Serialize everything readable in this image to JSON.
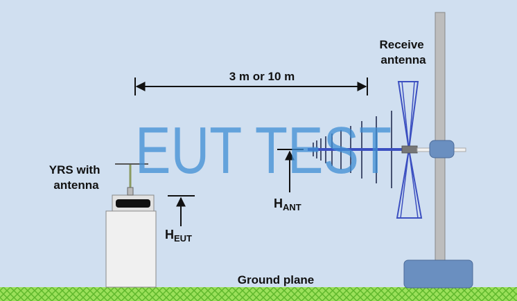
{
  "distance_label": "3 m or 10 m",
  "receive_antenna_label": [
    "Receive",
    "antenna"
  ],
  "eut_label": [
    "YRS with",
    "antenna"
  ],
  "h_eut": {
    "main": "H",
    "sub": "EUT"
  },
  "h_ant": {
    "main": "H",
    "sub": "ANT"
  },
  "ground_label": "Ground plane",
  "watermark": "EUT TEST",
  "colors": {
    "background": "#d0dff0",
    "ground": "#8fd14f",
    "antenna": "#3b4fc0",
    "mast": "#bdbdbd",
    "base": "#6a8fc0"
  }
}
